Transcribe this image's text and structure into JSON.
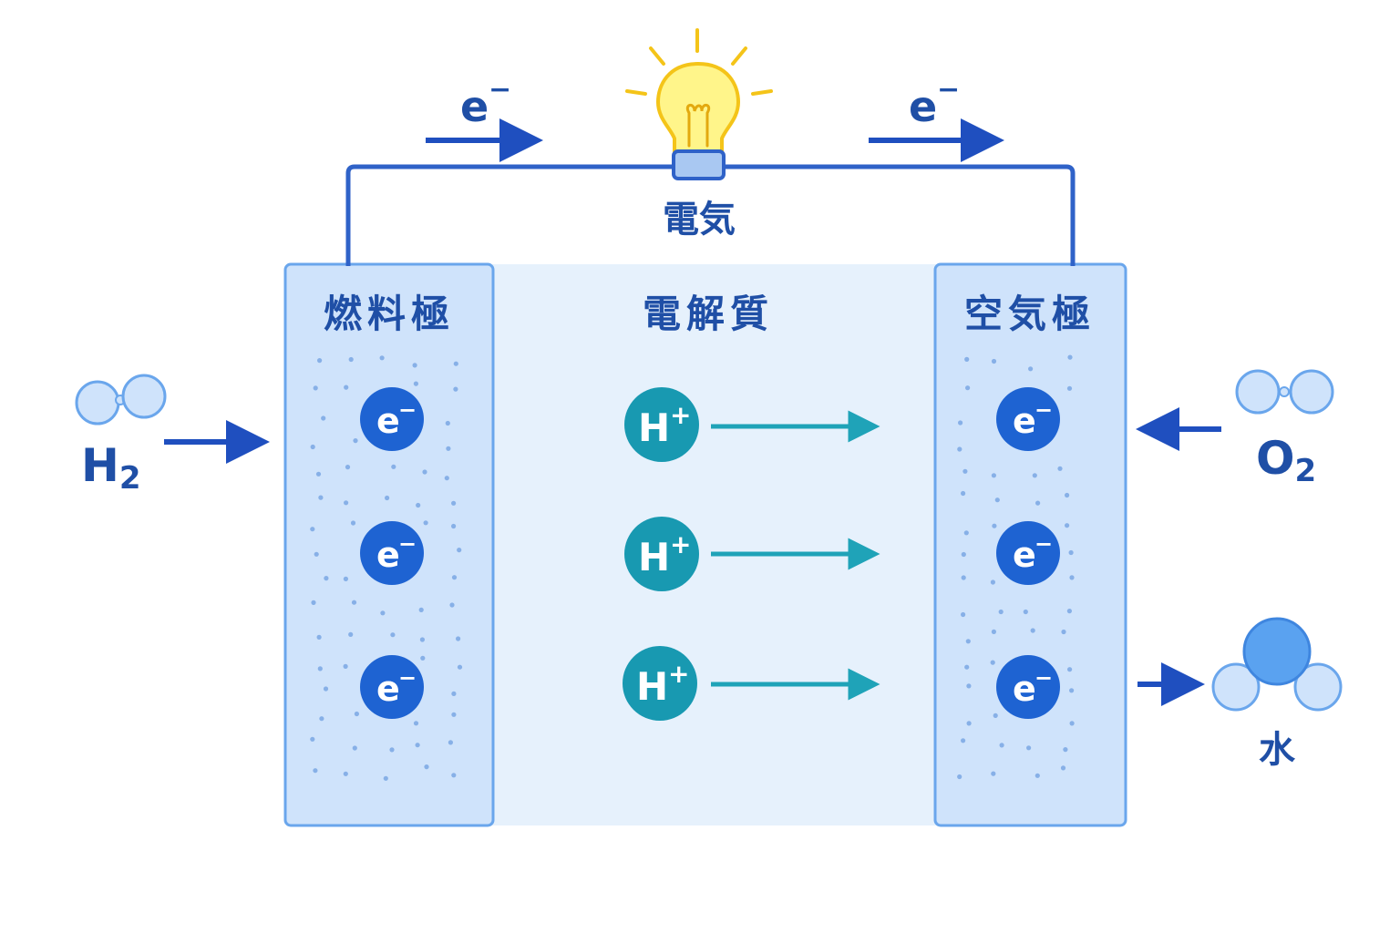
{
  "colors": {
    "electrode_fill": "#cfe3fb",
    "electrode_stroke": "#6aa6ec",
    "electrolyte_fill": "#e6f1fc",
    "electron": "#1e63d2",
    "proton": "#1899b1",
    "wire": "#2f62c8",
    "molecule": "#cfe3fb",
    "water_center": "#5aa2f0",
    "bulb_glass": "#fff58a",
    "bulb_ray": "#f4c419",
    "base": "#a9c8f2"
  },
  "circuit": {
    "electron_left": "e",
    "electron_right": "e",
    "charge_symbol": "−",
    "label": "電気"
  },
  "electrodes": {
    "fuel": {
      "label": "燃料極"
    },
    "electrolyte": {
      "label": "電解質"
    },
    "air": {
      "label": "空気極"
    }
  },
  "particles": {
    "electron": "e",
    "electron_charge": "−",
    "proton": "H",
    "proton_charge": "+"
  },
  "inputs": {
    "hydrogen": {
      "symbol": "H",
      "subscript": "2"
    },
    "oxygen": {
      "symbol": "O",
      "subscript": "2"
    }
  },
  "outputs": {
    "water": {
      "label": "水"
    }
  }
}
